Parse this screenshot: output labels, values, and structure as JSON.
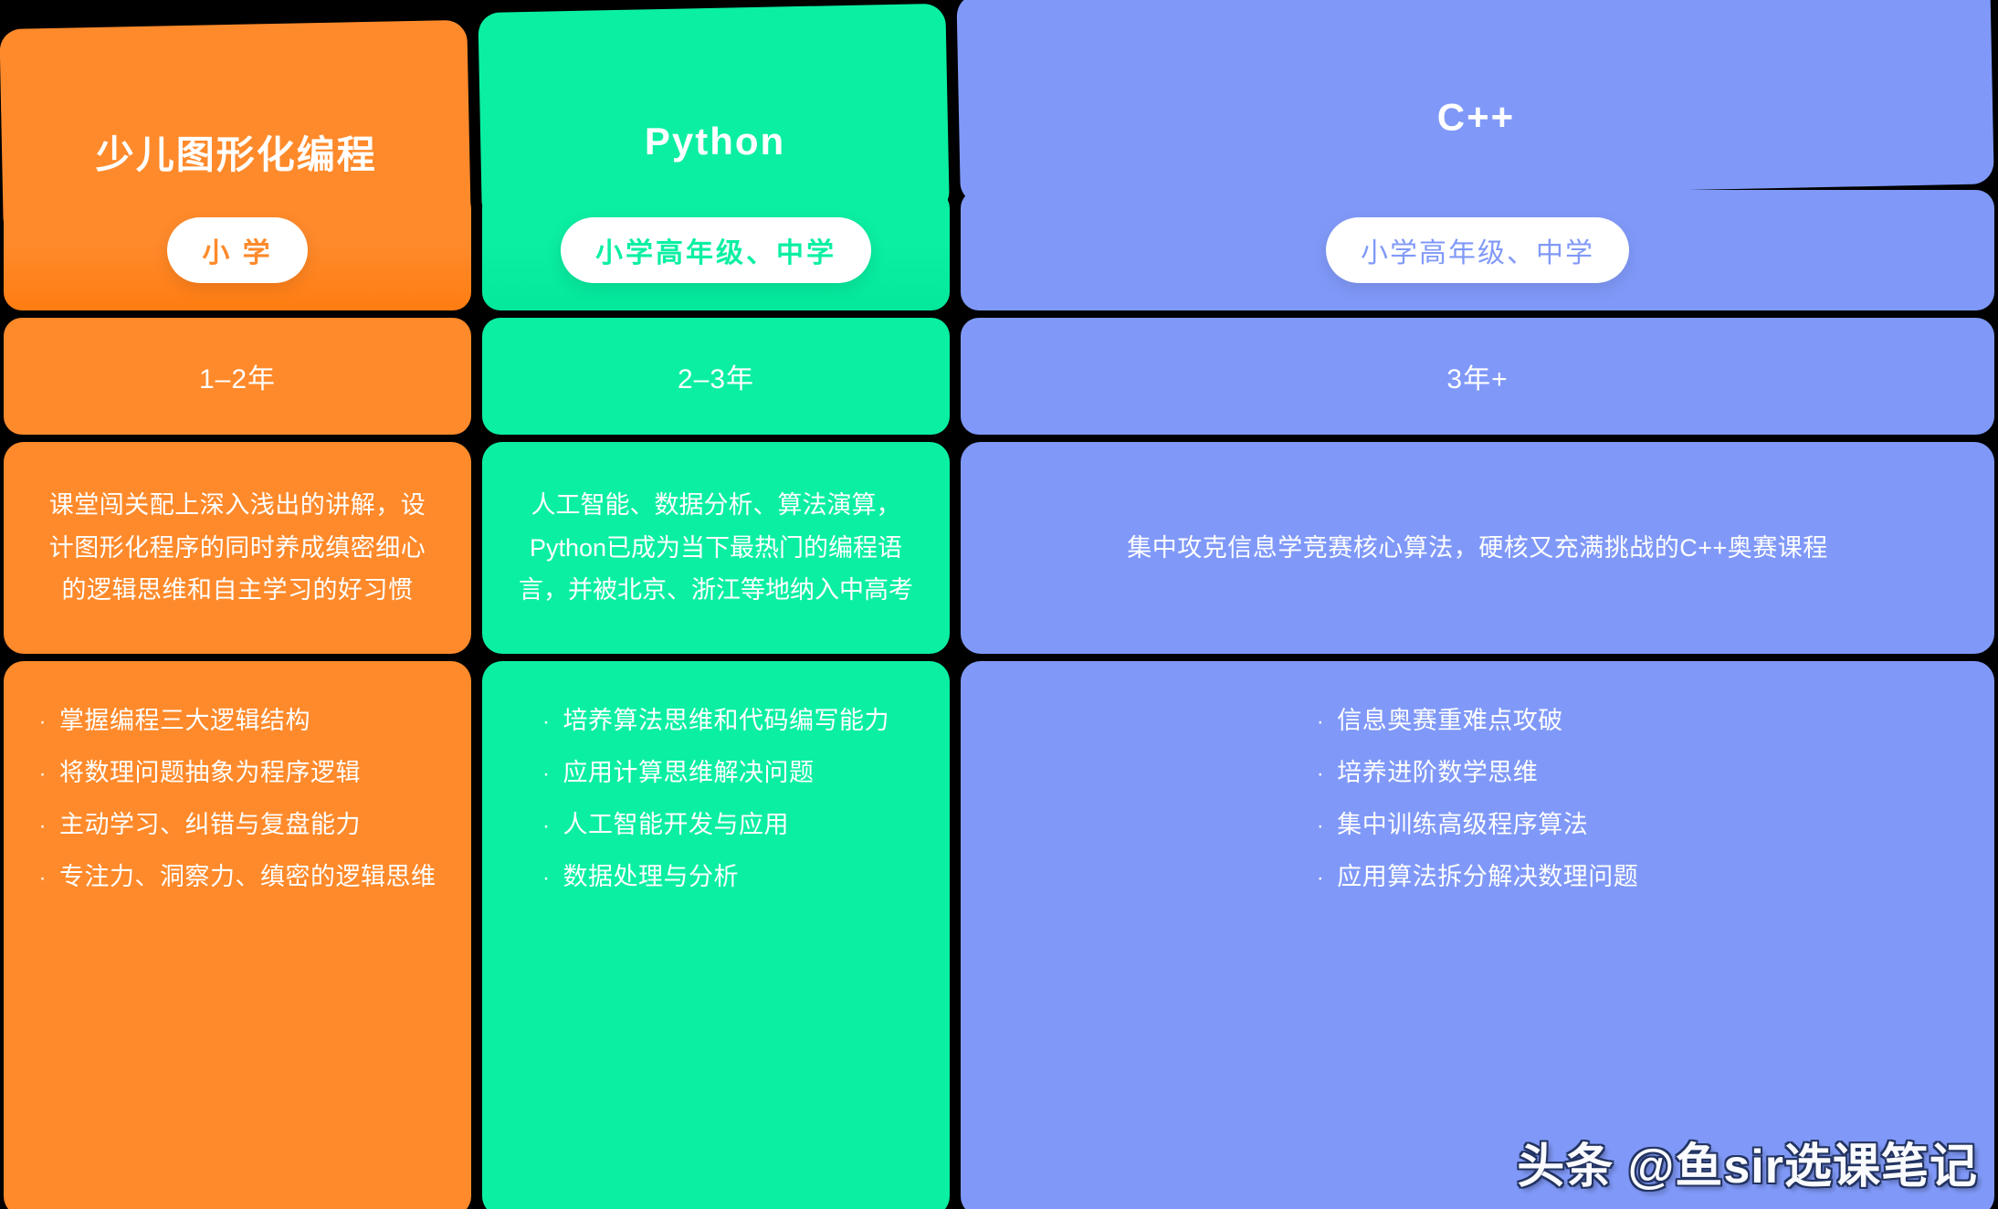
{
  "background_color": "#000000",
  "columns": [
    {
      "id": "scratch",
      "accent_color": "#FF8A2B",
      "header": "少儿图形化编程",
      "level": "小 学",
      "duration": "1–2年",
      "description": "课堂闯关配上深入浅出的讲解，设计图形化程序的同时养成缜密细心的逻辑思维和自主学习的好习惯",
      "features": [
        "掌握编程三大逻辑结构",
        "将数理问题抽象为程序逻辑",
        "主动学习、纠错与复盘能力",
        "专注力、洞察力、缜密的逻辑思维"
      ]
    },
    {
      "id": "python",
      "accent_color": "#0BEFA3",
      "header": "Python",
      "level": "小学高年级、中学",
      "duration": "2–3年",
      "description": "人工智能、数据分析、算法演算，Python已成为当下最热门的编程语言，并被北京、浙江等地纳入中高考",
      "features": [
        "培养算法思维和代码编写能力",
        "应用计算思维解决问题",
        "人工智能开发与应用",
        "数据处理与分析"
      ]
    },
    {
      "id": "cpp",
      "accent_color": "#8099F8",
      "header": "C++",
      "level": "小学高年级、中学",
      "duration": "3年+",
      "description": "集中攻克信息学竞赛核心算法，硬核又充满挑战的C++奥赛课程",
      "features": [
        "信息奥赛重难点攻破",
        "培养进阶数学思维",
        "集中训练高级程序算法",
        "应用算法拆分解决数理问题"
      ]
    }
  ],
  "bullet_glyph": "·",
  "watermark": "头条 @鱼sir选课笔记"
}
